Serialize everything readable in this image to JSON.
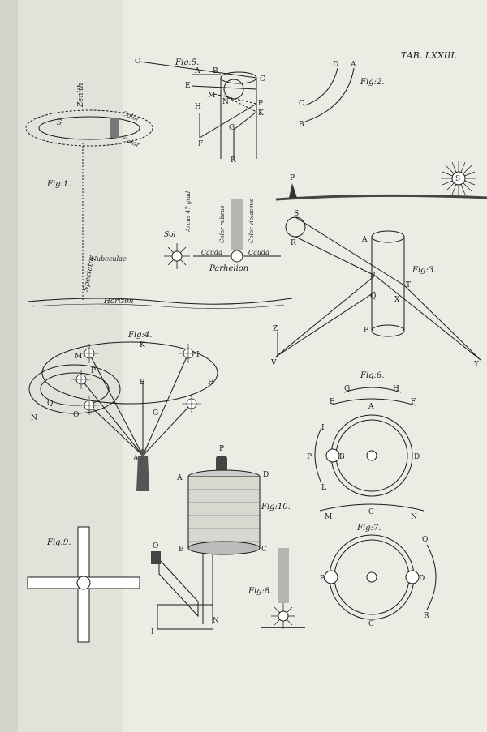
{
  "plate": {
    "tab_label": "TAB. LXXIII.",
    "figures": {
      "fig1": {
        "caption": "Fig:1.",
        "words": [
          "Zenith",
          "Color",
          "Color",
          "Nubeculae",
          "Spectator",
          "Horizon"
        ],
        "letters": [
          "S"
        ]
      },
      "fig2": {
        "caption": "Fig:2.",
        "letters": [
          "D",
          "A",
          "C",
          "B"
        ]
      },
      "fig3": {
        "caption": "Fig:3.",
        "letters": [
          "P",
          "S",
          "R",
          "A",
          "P",
          "Q",
          "T",
          "X",
          "B",
          "Z",
          "V",
          "Y",
          "S"
        ]
      },
      "fig4": {
        "caption": "Fig:4.",
        "letters": [
          "K",
          "M",
          "I",
          "B",
          "H",
          "P",
          "Q",
          "N",
          "O",
          "G",
          "A"
        ]
      },
      "fig5": {
        "caption": "Fig:5.",
        "letters": [
          "O",
          "A",
          "B",
          "C",
          "E",
          "M",
          "N",
          "P",
          "K",
          "H",
          "G",
          "F",
          "R"
        ]
      },
      "fig6": {
        "caption": "Fig:6.",
        "letters": [
          "G",
          "H",
          "E",
          "A",
          "F",
          "I",
          "P",
          "B",
          "D",
          "L",
          "M",
          "C",
          "N"
        ]
      },
      "fig7": {
        "caption": "Fig:7.",
        "letters": [
          "Q",
          "B",
          "D",
          "C",
          "R"
        ]
      },
      "fig8": {
        "caption": "Fig:8."
      },
      "fig9": {
        "caption": "Fig:9."
      },
      "fig10": {
        "caption": "Fig:10.",
        "letters": [
          "P",
          "A",
          "D",
          "B",
          "C",
          "O",
          "I",
          "N"
        ]
      },
      "parhelion": {
        "words": [
          "Sol",
          "Cauda",
          "Cauda",
          "Parhelion",
          "Color rubeus",
          "Color violaceus",
          "Arcus 47 grad."
        ]
      }
    }
  }
}
